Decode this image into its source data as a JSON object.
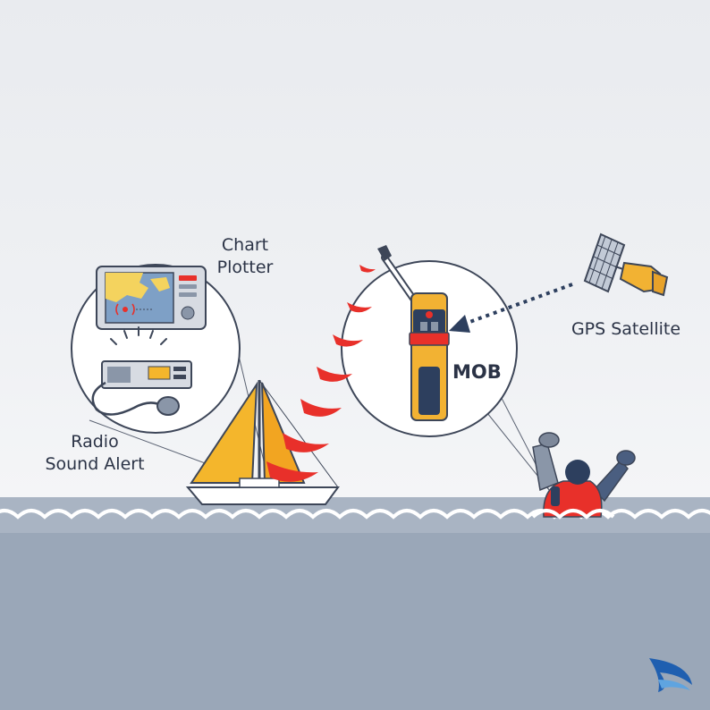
{
  "labels": {
    "chart_plotter_line1": "Chart",
    "chart_plotter_line2": "Plotter",
    "radio_line1": "Radio",
    "radio_line2": "Sound Alert",
    "gps": "GPS Satellite",
    "mob": "MOB"
  },
  "colors": {
    "sky": "#eceef1",
    "sea": "#9aa7b8",
    "wave_line": "#ffffff",
    "signal_red": "#e8302a",
    "sail_yellow": "#f4b62c",
    "device_yellow": "#f2b233",
    "device_navy": "#2d3f5e",
    "outline": "#3d4658",
    "logo_blue": "#1f5fb0"
  },
  "icons": {
    "satellite": "gps-satellite-icon",
    "chart_plotter": "chart-plotter-icon",
    "vhf_radio": "vhf-radio-icon",
    "mob_beacon": "mob-beacon-icon",
    "sailboat": "sailboat-icon",
    "person": "person-overboard-icon",
    "logo": "brand-logo-icon"
  }
}
